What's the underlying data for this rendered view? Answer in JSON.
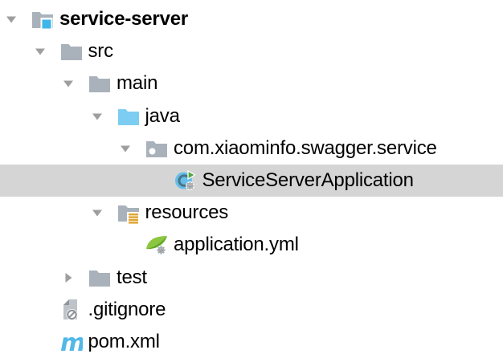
{
  "window": {
    "title": "project-tree-panel"
  },
  "colors": {
    "background": "#FFFFFF",
    "selection": "#D5D5D5",
    "text": "#000000",
    "chevron": "#9E9E9E",
    "folder": "#A9B2BB",
    "sources_folder": "#7CCDF1",
    "project_accent": "#3FB6E8",
    "resources_accent": "#DFA32E",
    "class_circle": "#64BEE9",
    "class_letter": "#4A7386",
    "run_triangle": "#55A63F",
    "gear": "#A7ADB3",
    "gear_glyph": "#6F757B",
    "leaf_green": "#8CC63E",
    "leaf_dark": "#5FA52E",
    "file_gray": "#BDC3C8",
    "file_fold": "#8E9398",
    "maven_blue": "#52B8E8"
  },
  "tree": {
    "rows": [
      {
        "label": "service-server",
        "depth": 0,
        "chevron": "expanded",
        "icon": "project-folder",
        "bold": true,
        "selected": false
      },
      {
        "label": "src",
        "depth": 1,
        "chevron": "expanded",
        "icon": "folder",
        "bold": false,
        "selected": false
      },
      {
        "label": "main",
        "depth": 2,
        "chevron": "expanded",
        "icon": "folder",
        "bold": false,
        "selected": false
      },
      {
        "label": "java",
        "depth": 3,
        "chevron": "expanded",
        "icon": "sources-folder",
        "bold": false,
        "selected": false
      },
      {
        "label": "com.xiaominfo.swagger.service",
        "depth": 4,
        "chevron": "expanded",
        "icon": "package",
        "bold": false,
        "selected": false
      },
      {
        "label": "ServiceServerApplication",
        "depth": 5,
        "chevron": "none",
        "icon": "springboot-class",
        "bold": false,
        "selected": true
      },
      {
        "label": "resources",
        "depth": 3,
        "chevron": "expanded",
        "icon": "resources-folder",
        "bold": false,
        "selected": false
      },
      {
        "label": "application.yml",
        "depth": 4,
        "chevron": "none",
        "icon": "spring-config",
        "bold": false,
        "selected": false
      },
      {
        "label": "test",
        "depth": 2,
        "chevron": "collapsed",
        "icon": "folder",
        "bold": false,
        "selected": false
      },
      {
        "label": ".gitignore",
        "depth": 1,
        "chevron": "none",
        "icon": "ignored-file",
        "bold": false,
        "selected": false
      },
      {
        "label": "pom.xml",
        "depth": 1,
        "chevron": "none",
        "icon": "maven",
        "bold": false,
        "selected": false
      }
    ]
  }
}
